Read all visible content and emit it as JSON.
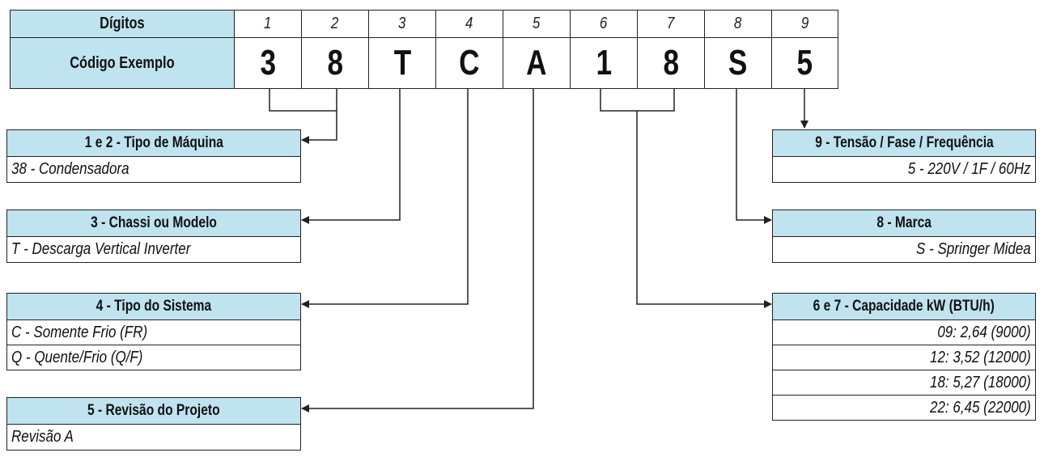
{
  "header": {
    "digits_label": "Dígitos",
    "example_label": "Código Exemplo",
    "digit_numbers": [
      "1",
      "2",
      "3",
      "4",
      "5",
      "6",
      "7",
      "8",
      "9"
    ],
    "example_code": [
      "3",
      "8",
      "T",
      "C",
      "A",
      "1",
      "8",
      "S",
      "5"
    ]
  },
  "left_boxes": [
    {
      "title": "1 e 2 - Tipo de Máquina",
      "options": [
        "38 - Condensadora"
      ]
    },
    {
      "title": "3 - Chassi ou Modelo",
      "options": [
        "T - Descarga Vertical Inverter"
      ]
    },
    {
      "title": "4 - Tipo do Sistema",
      "options": [
        "C - Somente Frio (FR)",
        "Q - Quente/Frio (Q/F)"
      ]
    },
    {
      "title": "5 - Revisão do Projeto",
      "options": [
        "Revisão A"
      ]
    }
  ],
  "right_boxes": [
    {
      "title": "9 - Tensão / Fase / Frequência",
      "options": [
        "5 - 220V / 1F / 60Hz"
      ]
    },
    {
      "title": "8 - Marca",
      "options": [
        "S - Springer Midea"
      ]
    },
    {
      "title": "6 e 7 - Capacidade kW (BTU/h)",
      "options": [
        "09: 2,64 (9000)",
        "12: 3,52 (12000)",
        "18: 5,27 (18000)",
        "22: 6,45 (22000)"
      ]
    }
  ],
  "colors": {
    "header_fill": "#bfe3ef",
    "border": "#222222"
  }
}
